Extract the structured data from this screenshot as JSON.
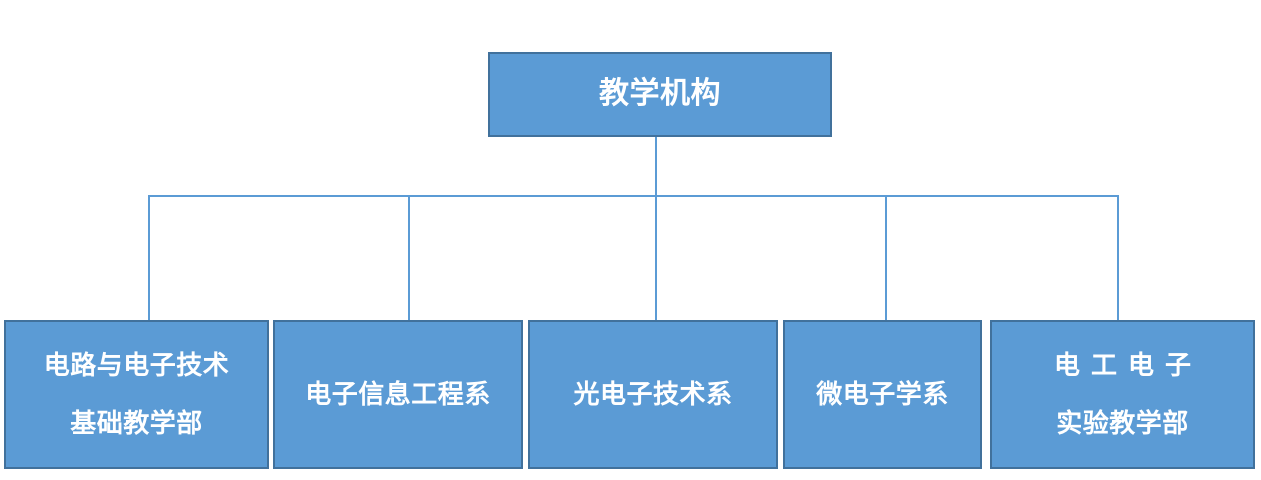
{
  "diagram": {
    "type": "org-chart",
    "title_text": "教学机构",
    "orientation": "top-down",
    "levels": 2,
    "colors": {
      "node_fill": "#5B9BD5",
      "node_border": "#41719C",
      "node_text": "#FFFFFF",
      "connector": "#5B9BD5",
      "background": "#FFFFFF"
    },
    "root": {
      "label": "教学机构",
      "lines": [
        "教学机构"
      ]
    },
    "children": [
      {
        "id": "c1",
        "label": "电路与电子技术基础教学部",
        "lines": [
          "电路与电子技术",
          "基础教学部"
        ]
      },
      {
        "id": "c2",
        "label": "电子信息工程系",
        "lines": [
          "电子信息工程系"
        ]
      },
      {
        "id": "c3",
        "label": "光电子技术系",
        "lines": [
          "光电子技术系"
        ]
      },
      {
        "id": "c4",
        "label": "微电子学系",
        "lines": [
          "微电子学系"
        ]
      },
      {
        "id": "c5",
        "label": "电工电子实验教学部",
        "lines": [
          "电工电子",
          "实验教学部"
        ]
      }
    ],
    "connectors": {
      "stem_label": "root-stem",
      "bus_label": "horizontal-bus",
      "drop_labels": [
        "drop-1",
        "drop-2",
        "drop-3",
        "drop-4",
        "drop-5"
      ]
    }
  }
}
